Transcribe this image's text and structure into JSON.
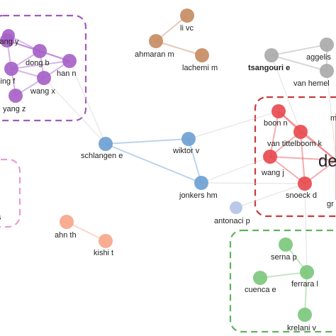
{
  "colors": {
    "purple": "#a55fc7",
    "brown": "#c58a60",
    "gray": "#a8a8a8",
    "red": "#e8474d",
    "blue": "#6b9ed1",
    "lightblue": "#b3c3e8",
    "peach": "#f7a586",
    "green": "#79c77a",
    "pink": "#e79bd0",
    "purple_box": "#a359b8",
    "red_box": "#c9393a",
    "green_box": "#5fb35e",
    "pink_box": "#e79bd0"
  },
  "nodes": [
    {
      "id": "yang_y",
      "label": "yang y",
      "color": "purple"
    },
    {
      "id": "p_top",
      "label": "",
      "color": "purple"
    },
    {
      "id": "dong_b",
      "label": "dong b",
      "color": "purple"
    },
    {
      "id": "han_n",
      "label": "han n",
      "color": "purple"
    },
    {
      "id": "xing_f",
      "label": "xing f",
      "color": "purple"
    },
    {
      "id": "wang_x",
      "label": "wang x",
      "color": "purple"
    },
    {
      "id": "yang_z",
      "label": "yang z",
      "color": "purple"
    },
    {
      "id": "li_vc",
      "label": "li vc",
      "color": "brown"
    },
    {
      "id": "ahmaran_m",
      "label": "ahmaran m",
      "color": "brown"
    },
    {
      "id": "lachemi_m",
      "label": "lachemi m",
      "color": "brown"
    },
    {
      "id": "tsangouri_e",
      "label": "tsangouri e",
      "color": "gray"
    },
    {
      "id": "aggelis",
      "label": "aggelis",
      "color": "gray"
    },
    {
      "id": "van_hemel",
      "label": "van hemel",
      "color": "gray"
    },
    {
      "id": "boon_n",
      "label": "boon n",
      "color": "red"
    },
    {
      "id": "van_tittelboom_k",
      "label": "van tittelboom k",
      "color": "red"
    },
    {
      "id": "wang_j",
      "label": "wang j",
      "color": "red"
    },
    {
      "id": "snoeck_d",
      "label": "snoeck d",
      "color": "red"
    },
    {
      "id": "de",
      "label": "de",
      "color": "red"
    },
    {
      "id": "m_red",
      "label": "m",
      "color": "red"
    },
    {
      "id": "gr_red",
      "label": "gr",
      "color": "red"
    },
    {
      "id": "schlangen_e",
      "label": "schlangen e",
      "color": "blue"
    },
    {
      "id": "wiktor_v",
      "label": "wiktor v",
      "color": "blue"
    },
    {
      "id": "jonkers_hm",
      "label": "jonkers hm",
      "color": "blue"
    },
    {
      "id": "antonaci_p",
      "label": "antonaci p",
      "color": "lightblue"
    },
    {
      "id": "ahn_th",
      "label": "ahn th",
      "color": "peach"
    },
    {
      "id": "kishi_t",
      "label": "kishi t",
      "color": "peach"
    },
    {
      "id": "serna_p",
      "label": "serna p",
      "color": "green"
    },
    {
      "id": "ferrara_l",
      "label": "ferrara l",
      "color": "green"
    },
    {
      "id": "cuenca_e",
      "label": "cuenca e",
      "color": "green"
    },
    {
      "id": "krelani_v",
      "label": "krelani v",
      "color": "green"
    },
    {
      "id": "pink_s",
      "label": "s",
      "color": "pink"
    }
  ],
  "edges": [
    [
      "yang_y",
      "dong_b"
    ],
    [
      "p_top",
      "dong_b"
    ],
    [
      "yang_y",
      "han_n"
    ],
    [
      "dong_b",
      "han_n"
    ],
    [
      "dong_b",
      "xing_f"
    ],
    [
      "dong_b",
      "wang_x"
    ],
    [
      "han_n",
      "wang_x"
    ],
    [
      "han_n",
      "xing_f"
    ],
    [
      "xing_f",
      "wang_x"
    ],
    [
      "xing_f",
      "yang_z"
    ],
    [
      "wang_x",
      "yang_z"
    ],
    [
      "yang_y",
      "xing_f"
    ],
    [
      "li_vc",
      "ahmaran_m"
    ],
    [
      "ahmaran_m",
      "lachemi_m"
    ],
    [
      "tsangouri_e",
      "aggelis"
    ],
    [
      "aggelis",
      "van_hemel"
    ],
    [
      "tsangouri_e",
      "van_hemel"
    ],
    [
      "boon_n",
      "van_tittelboom_k"
    ],
    [
      "boon_n",
      "wang_j"
    ],
    [
      "van_tittelboom_k",
      "wang_j"
    ],
    [
      "van_tittelboom_k",
      "snoeck_d"
    ],
    [
      "wang_j",
      "snoeck_d"
    ],
    [
      "van_tittelboom_k",
      "de"
    ],
    [
      "snoeck_d",
      "de"
    ],
    [
      "boon_n",
      "de"
    ],
    [
      "wang_j",
      "de"
    ],
    [
      "m_red",
      "de"
    ],
    [
      "gr_red",
      "de"
    ],
    [
      "tsangouri_e",
      "van_tittelboom_k"
    ],
    [
      "van_hemel",
      "de"
    ],
    [
      "schlangen_e",
      "wiktor_v"
    ],
    [
      "schlangen_e",
      "jonkers_hm"
    ],
    [
      "wiktor_v",
      "jonkers_hm"
    ],
    [
      "wiktor_v",
      "boon_n"
    ],
    [
      "jonkers_hm",
      "wang_j"
    ],
    [
      "schlangen_e",
      "han_n"
    ],
    [
      "schlangen_e",
      "wang_x"
    ],
    [
      "jonkers_hm",
      "snoeck_d"
    ],
    [
      "ahn_th",
      "kishi_t"
    ],
    [
      "serna_p",
      "ferrara_l"
    ],
    [
      "cuenca_e",
      "ferrara_l"
    ],
    [
      "ferrara_l",
      "krelani_v"
    ],
    [
      "ferrara_l",
      "snoeck_d"
    ],
    [
      "antonaci_p",
      "snoeck_d"
    ]
  ]
}
